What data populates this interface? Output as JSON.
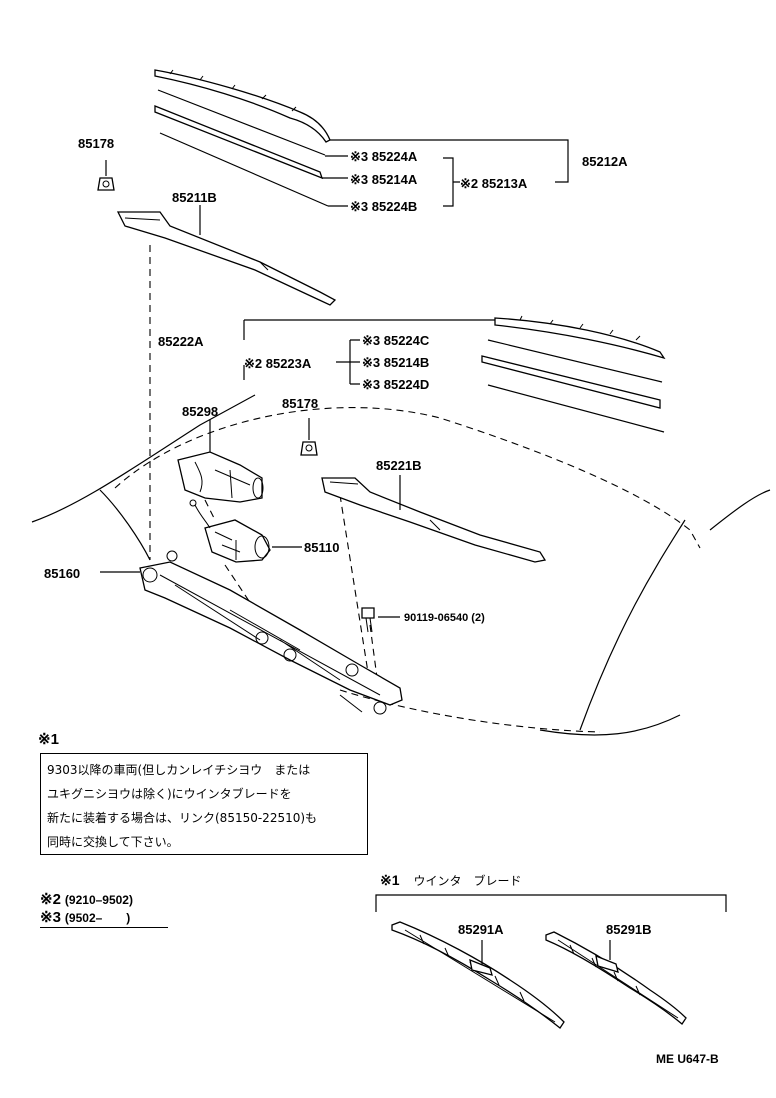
{
  "diagram": {
    "labels": {
      "p85178_top": "85178",
      "p85211B": "85211B",
      "p85212A": "85212A",
      "p85224A": "※3 85224A",
      "p85214A": "※3 85214A",
      "p85224B": "※3 85224B",
      "p85213A": "※2 85213A",
      "p85222A": "85222A",
      "p85223A": "※2 85223A",
      "p85224C": "※3 85224C",
      "p85214B": "※3 85214B",
      "p85224D": "※3 85224D",
      "p85298": "85298",
      "p85178_mid": "85178",
      "p85221B": "85221B",
      "p85110": "85110",
      "p85160": "85160",
      "p90119": "90119-06540 (2)",
      "p85291A": "85291A",
      "p85291B": "85291B"
    }
  },
  "note1": {
    "heading": "※1",
    "lines": [
      "9303以降の車両(但しカンレイチシヨウ　または",
      "ユキグニシヨウは除く)にウインタブレードを",
      "新たに装着する場合は、リンク(85150-22510)も",
      "同時に交換して下さい。"
    ]
  },
  "legend": {
    "mark2": "※2",
    "range2": "(9210–9502)",
    "mark3": "※3",
    "range3": "(9502–　　)"
  },
  "winter_blade": {
    "mark": "※1",
    "title": "ウインタ　ブレード"
  },
  "page_code": "ME  U647-B"
}
